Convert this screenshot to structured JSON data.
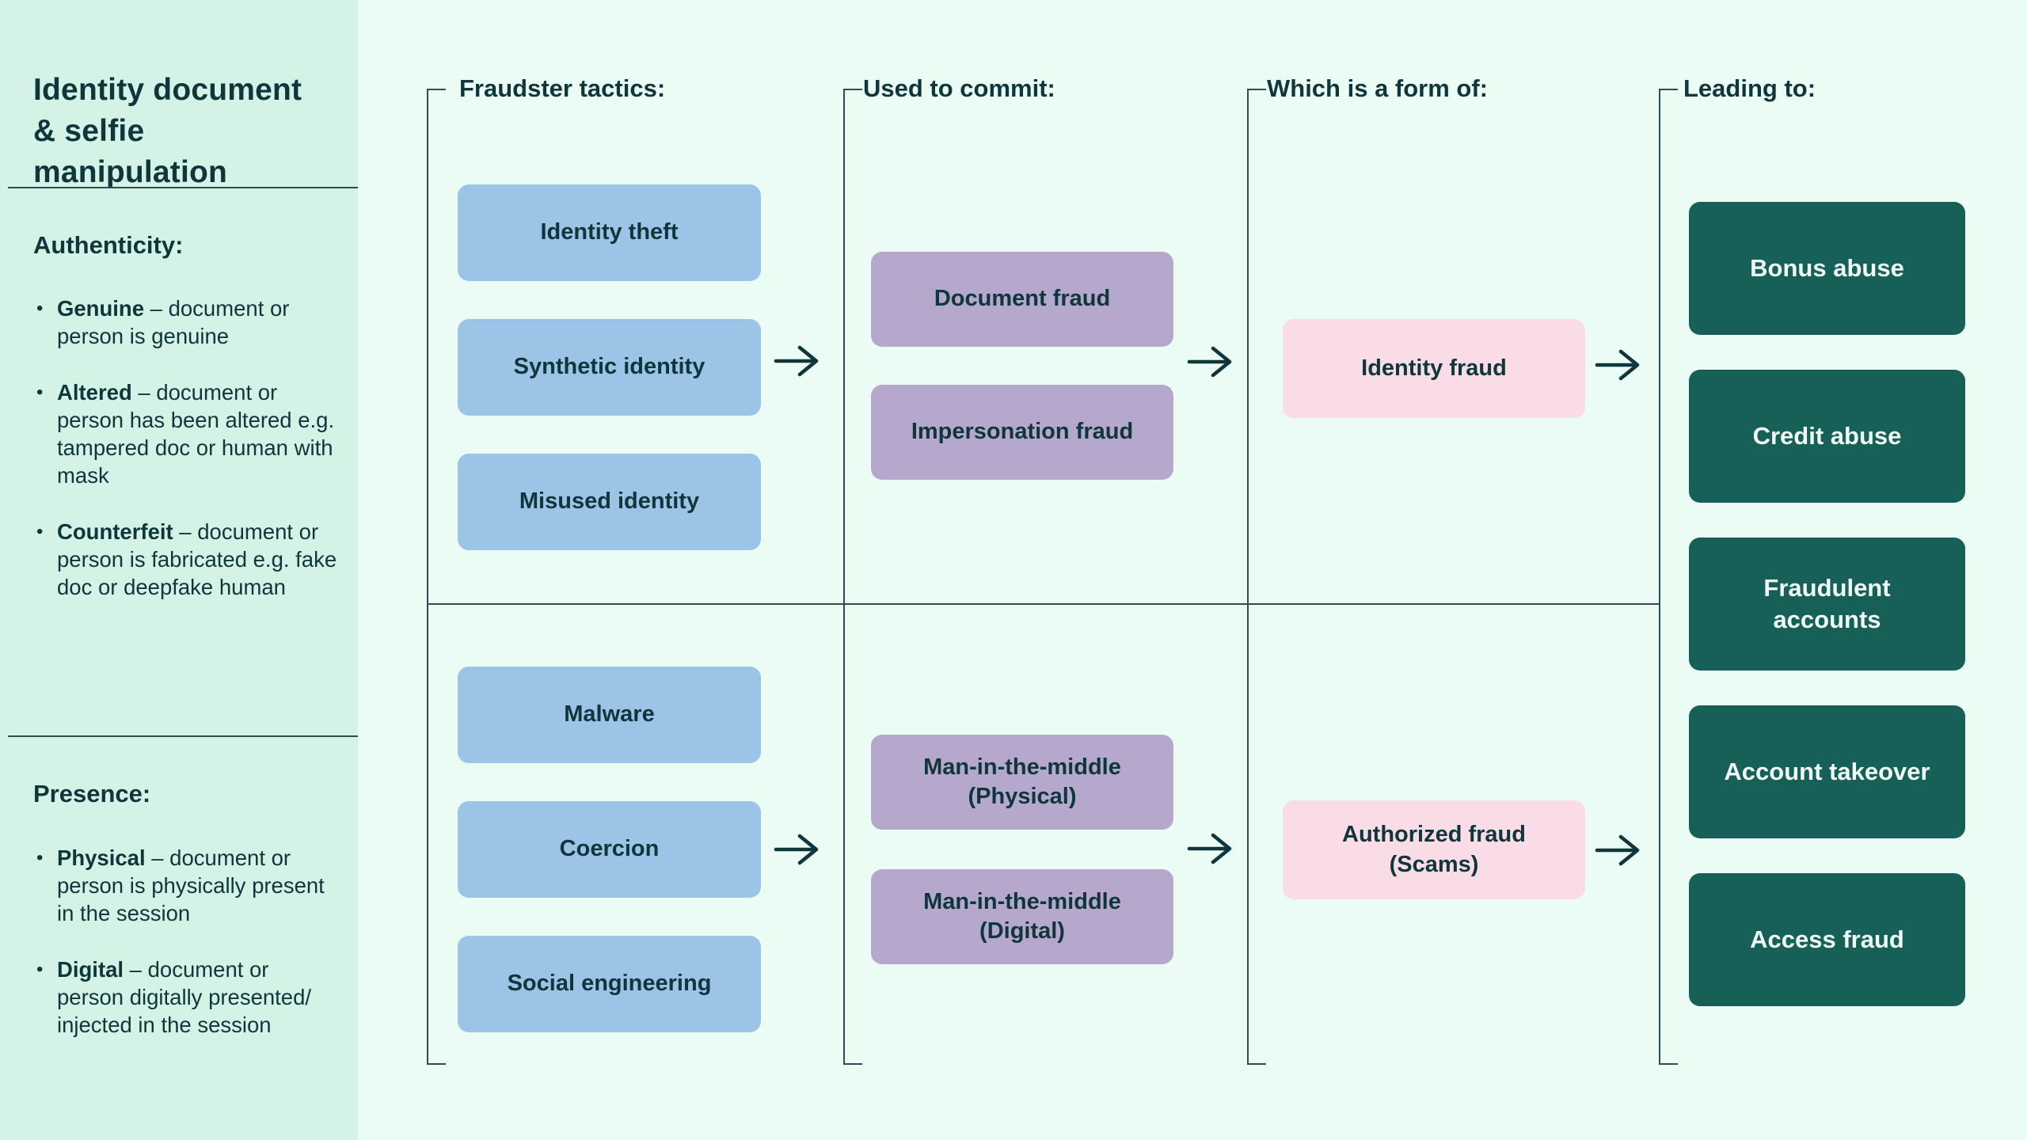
{
  "palette": {
    "page_bg": "#ebfcf5",
    "sidebar_bg": "#d4f3e6",
    "ink": "#0f363b",
    "tactic_blue": "#9cc4e6",
    "commit_purple": "#b6a8cd",
    "form_pink": "#f9dce5",
    "leading_green": "#166058"
  },
  "sidebar": {
    "title": "Identity document & selfie manipulation",
    "sections": [
      {
        "heading": "Authenticity:",
        "bullets": [
          {
            "term": "Genuine",
            "rest": " – document or person is genuine"
          },
          {
            "term": "Altered",
            "rest": " – document or person has been altered e.g. tampered doc or human with mask"
          },
          {
            "term": "Counterfeit",
            "rest": " – document or person is fabricated e.g. fake doc or deepfake human"
          }
        ]
      },
      {
        "heading": "Presence:",
        "bullets": [
          {
            "term": "Physical",
            "rest": " – document or person is physically present in the session"
          },
          {
            "term": "Digital",
            "rest": " – document or person digitally presented/ injected in the session"
          }
        ]
      }
    ]
  },
  "flow": {
    "headers": [
      "Fraudster tactics:",
      "Used to commit:",
      "Which is a form of:",
      "Leading to:"
    ],
    "tactics_top": [
      "Identity theft",
      "Synthetic identity",
      "Misused identity"
    ],
    "tactics_bottom": [
      "Malware",
      "Coercion",
      "Social engineering"
    ],
    "commit_top": [
      "Document fraud",
      "Impersonation fraud"
    ],
    "commit_bottom": [
      "Man-in-the-middle (Physical)",
      "Man-in-the-middle (Digital)"
    ],
    "form_top": "Identity fraud",
    "form_bottom": "Authorized fraud (Scams)",
    "leading": [
      "Bonus abuse",
      "Credit abuse",
      "Fraudulent accounts",
      "Account takeover",
      "Access fraud"
    ]
  }
}
